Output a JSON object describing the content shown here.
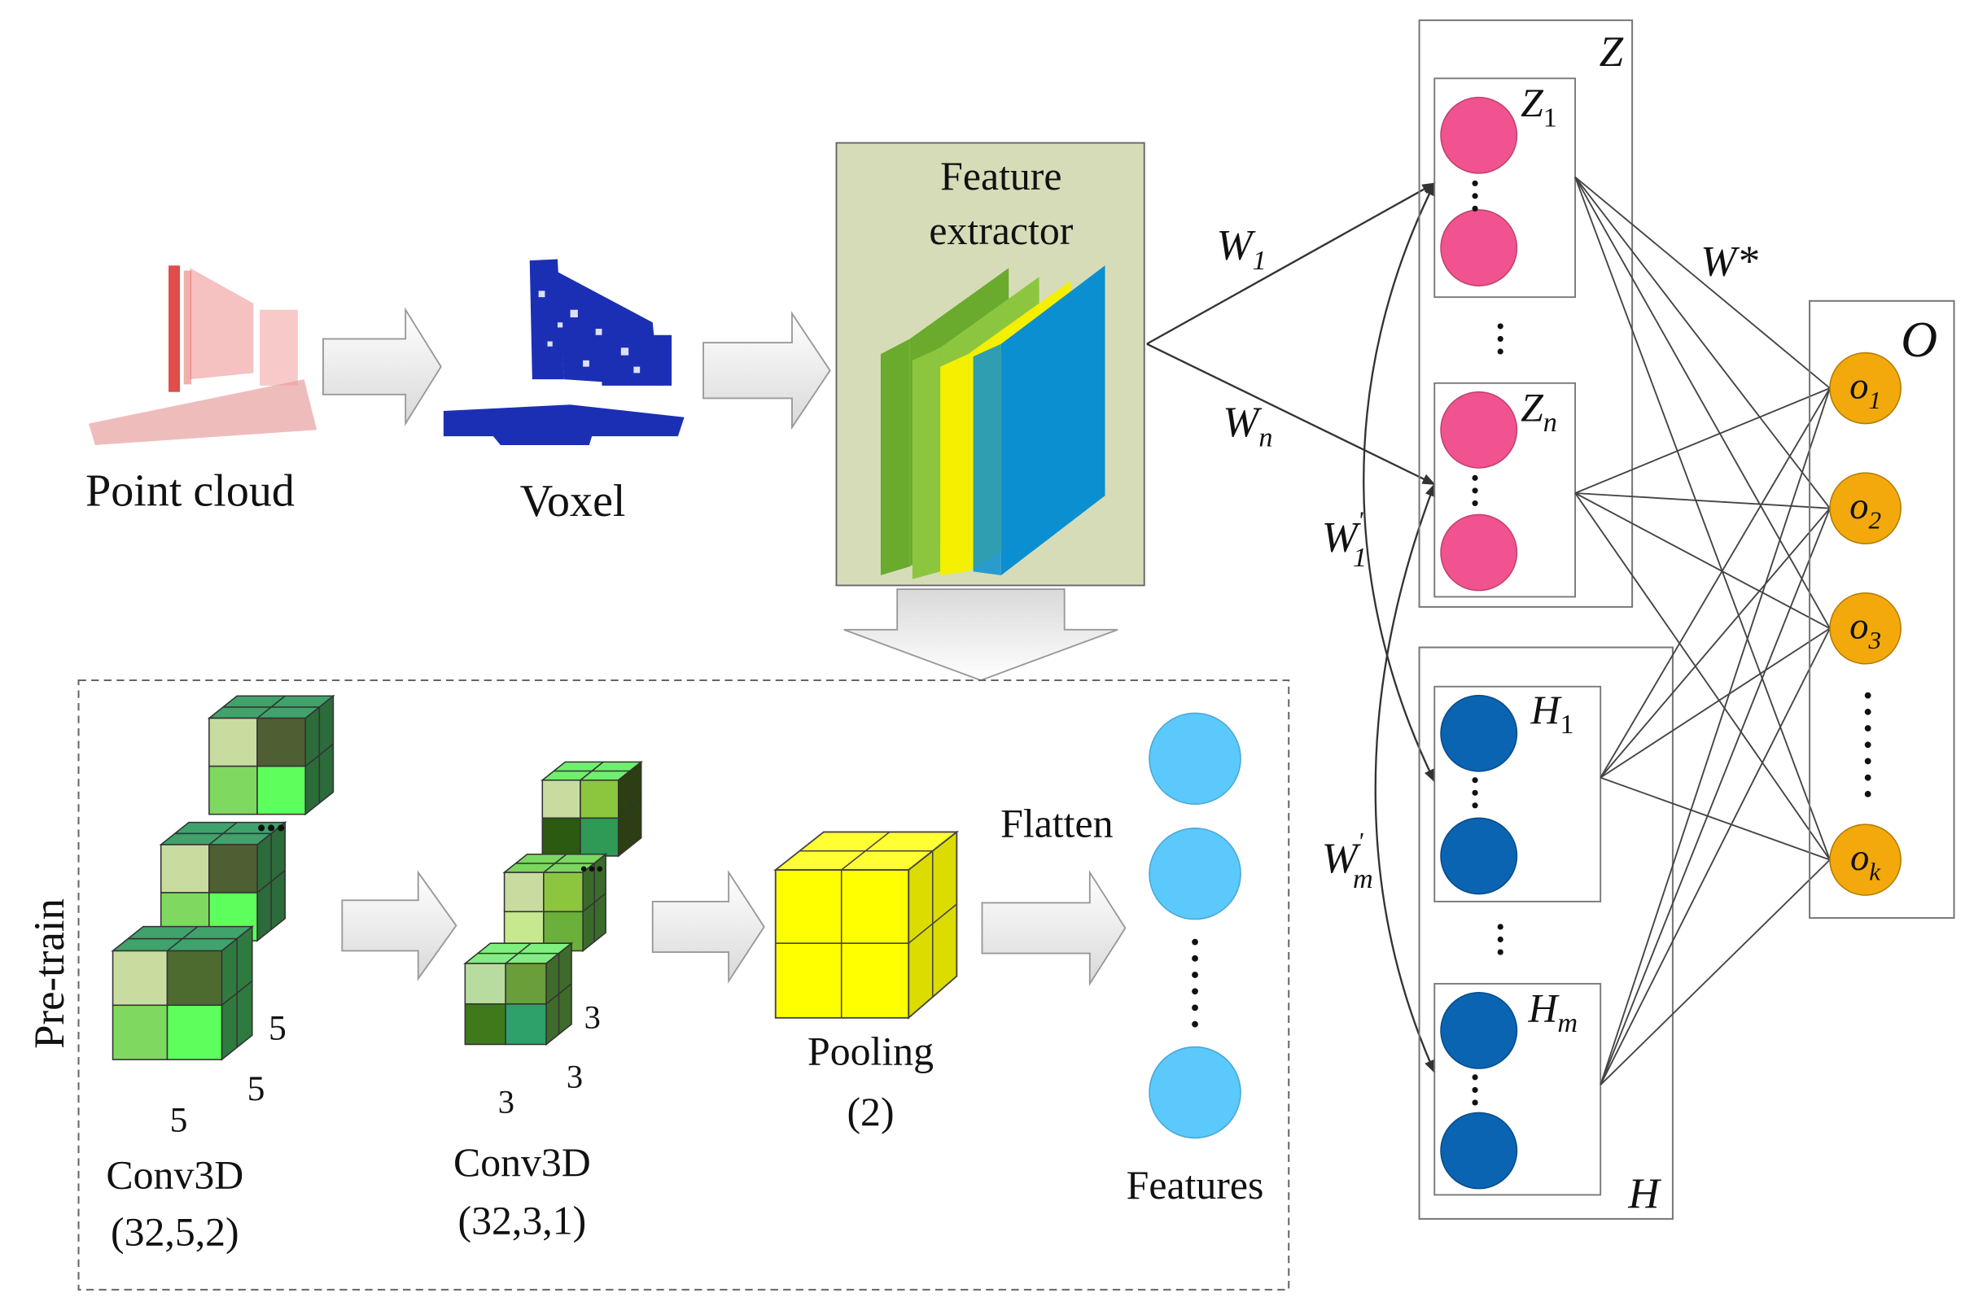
{
  "input": {
    "point_cloud_label": "Point cloud",
    "voxel_label": "Voxel"
  },
  "extractor": {
    "line1": "Feature",
    "line2": "extractor"
  },
  "weights": {
    "w1": "W",
    "w1_sub": "1",
    "wn": "W",
    "wn_sub": "n",
    "w1p": "W",
    "w1p_sub": "1",
    "w1p_sup": "'",
    "wmp": "W",
    "wmp_sub": "m",
    "wmp_sup": "'",
    "wstar": "W*"
  },
  "pretrain": {
    "side_label": "Pre-train",
    "conv1": {
      "line1": "Conv3D",
      "line2": "(32,5,2)",
      "dims": [
        "5",
        "5",
        "5"
      ]
    },
    "conv2": {
      "line1": "Conv3D",
      "line2": "(32,3,1)",
      "dims": [
        "3",
        "3",
        "3"
      ]
    },
    "pool": {
      "line1": "Pooling",
      "line2": "(2)"
    },
    "flatten_label": "Flatten",
    "features_label": "Features",
    "dots": "•••"
  },
  "layers": {
    "z": {
      "title": "Z",
      "top_node": "Z",
      "top_sub": "1",
      "bottom_node": "Z",
      "bottom_sub": "n",
      "color": "#f0538f"
    },
    "h": {
      "title": "H",
      "top_node": "H",
      "top_sub": "1",
      "bottom_node": "H",
      "bottom_sub": "m",
      "color": "#0b64b2"
    },
    "o": {
      "title": "O",
      "nodes": [
        {
          "label": "o",
          "sub": "1"
        },
        {
          "label": "o",
          "sub": "2"
        },
        {
          "label": "o",
          "sub": "3"
        },
        {
          "label": "o",
          "sub": "k"
        }
      ],
      "color": "#f3a90b"
    }
  },
  "colors": {
    "feature_box": "#d6dcb8",
    "feature_circle": "#5bc9fb",
    "pool": "#ffff00",
    "plane_green1": "#6aab2e",
    "plane_green2": "#8cc63f",
    "plane_yellow": "#f4f000",
    "plane_blue": "#0c8fd0"
  }
}
